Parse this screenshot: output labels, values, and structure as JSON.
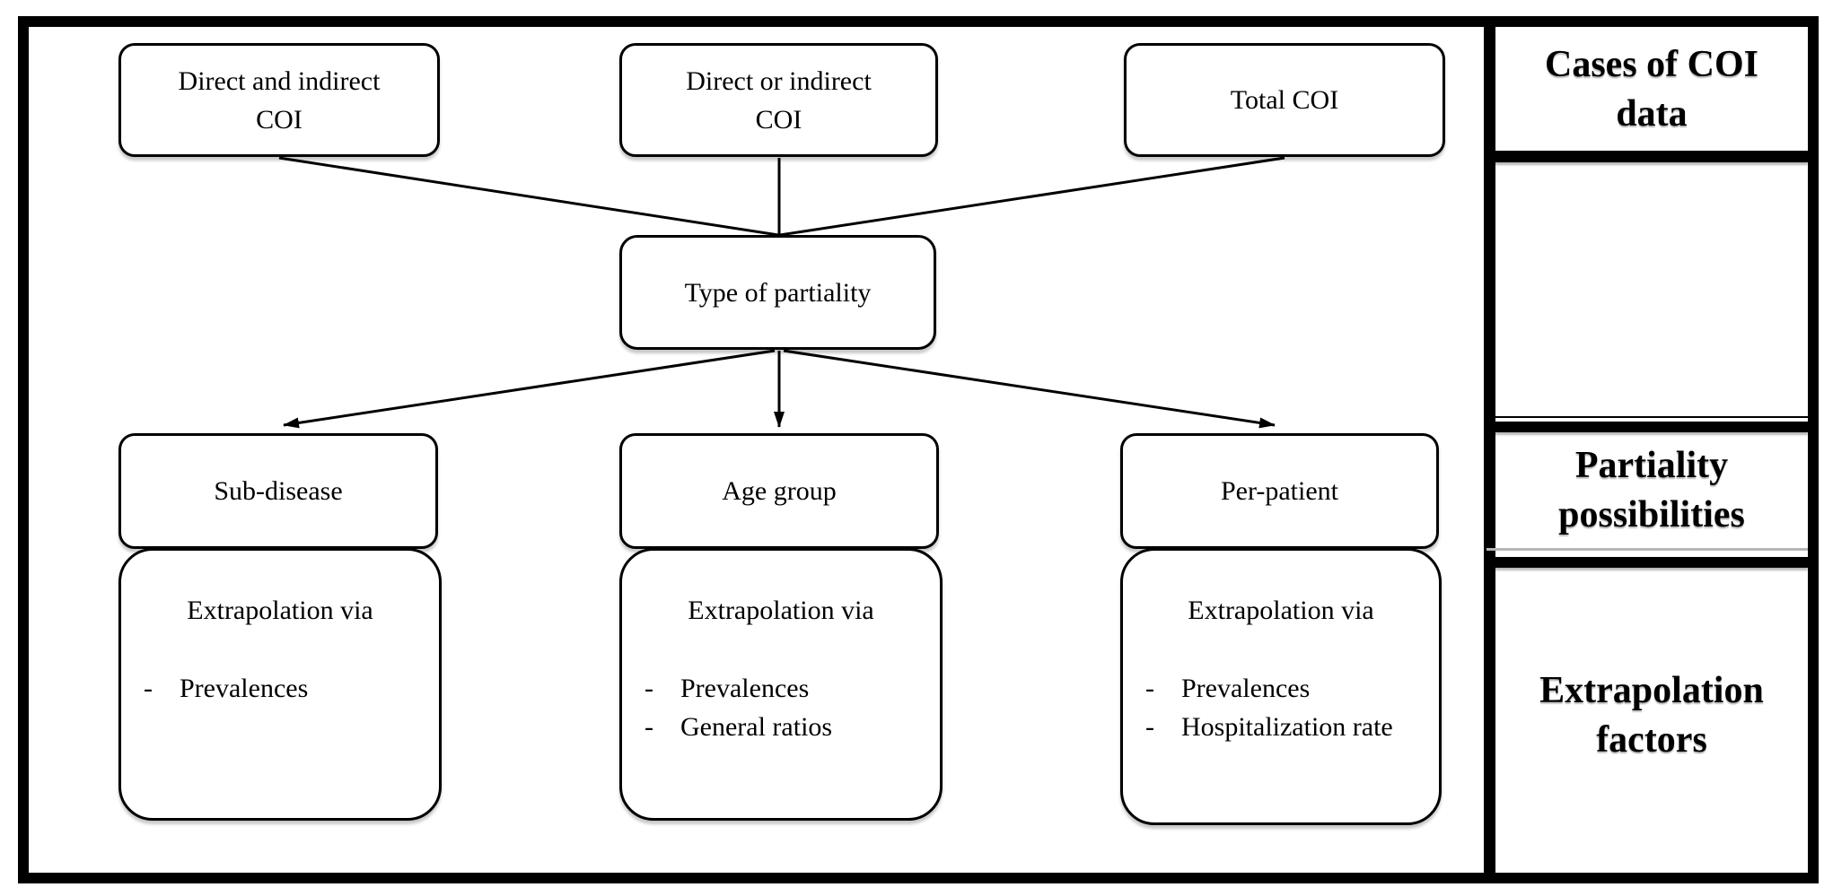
{
  "colors": {
    "ink": "#000000",
    "paper": "#ffffff",
    "separator_gray": "#b5b5b5"
  },
  "glyphs": {
    "dash": "-"
  },
  "diagram": {
    "top_boxes": [
      {
        "lines": [
          "Direct and indirect",
          "COI"
        ]
      },
      {
        "lines": [
          "Direct or indirect",
          "COI"
        ]
      },
      {
        "lines": [
          "Total COI"
        ]
      }
    ],
    "center_box": {
      "label": "Type of partiality"
    },
    "partiality_boxes": [
      {
        "label": "Sub-disease"
      },
      {
        "label": "Age group"
      },
      {
        "label": "Per-patient"
      }
    ],
    "extrapolation_boxes": [
      {
        "title": "Extrapolation via",
        "items": [
          "Prevalences"
        ]
      },
      {
        "title": "Extrapolation via",
        "items": [
          "Prevalences",
          "General ratios"
        ]
      },
      {
        "title": "Extrapolation via",
        "items": [
          "Prevalences",
          "Hospitalization rate"
        ]
      }
    ]
  },
  "sidebar": {
    "cells": [
      {
        "lines": [
          "Cases of COI",
          "data"
        ]
      },
      {
        "lines": []
      },
      {
        "lines": [
          "Partiality",
          "possibilities"
        ]
      },
      {
        "lines": [
          "Extrapolation",
          "factors"
        ]
      }
    ]
  }
}
